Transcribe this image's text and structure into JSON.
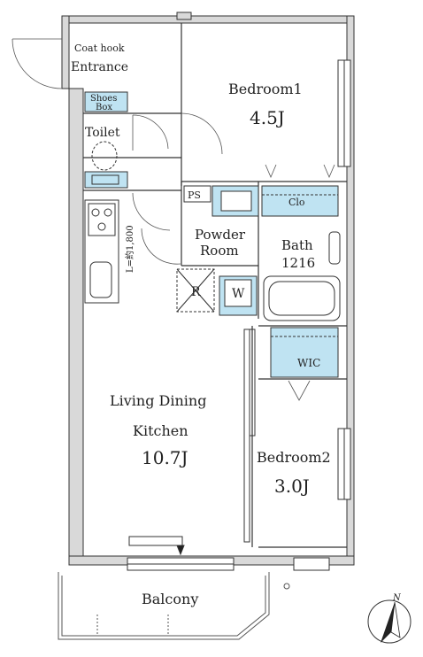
{
  "rooms": {
    "entrance": {
      "line1": "Coat hook",
      "line2": "Entrance"
    },
    "shoes_box": {
      "line1": "Shoes",
      "line2": "Box"
    },
    "toilet": "Toilet",
    "bedroom1": {
      "name": "Bedroom1",
      "size": "4.5J"
    },
    "ps": "PS",
    "clo": "Clo",
    "powder_room": {
      "line1": "Powder",
      "line2": "Room"
    },
    "bath": {
      "name": "Bath",
      "size": "1216"
    },
    "refrigerator": "R",
    "washer": "W",
    "wic": "WIC",
    "kitchen_counter": "L=約1,800",
    "ldk": {
      "line1": "Living Dining",
      "line2": "Kitchen",
      "size": "10.7J"
    },
    "bedroom2": {
      "name": "Bedroom2",
      "size": "3.0J"
    },
    "balcony": "Balcony"
  },
  "compass": {
    "label": "N"
  },
  "colors": {
    "fixture_blue": "#bfe3f2",
    "wall": "#d9d9d9",
    "line": "#333333"
  }
}
